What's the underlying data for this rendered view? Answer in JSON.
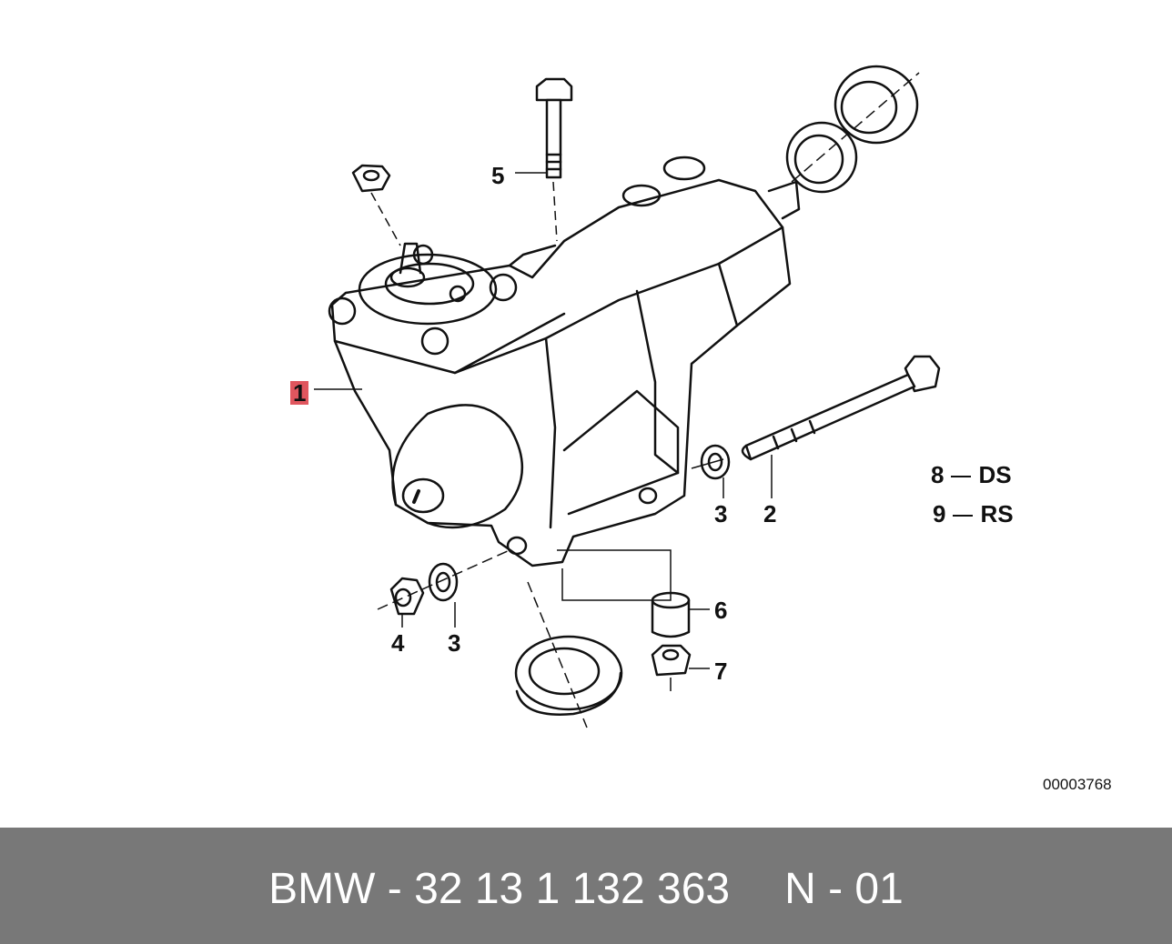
{
  "diagram": {
    "callouts": [
      {
        "id": "1",
        "text": "1"
      },
      {
        "id": "2",
        "text": "2"
      },
      {
        "id": "3a",
        "text": "3"
      },
      {
        "id": "3b",
        "text": "3"
      },
      {
        "id": "4",
        "text": "4"
      },
      {
        "id": "5",
        "text": "5"
      },
      {
        "id": "6",
        "text": "6"
      },
      {
        "id": "7",
        "text": "7"
      }
    ],
    "legend": [
      {
        "number": "8",
        "code": "DS"
      },
      {
        "number": "9",
        "code": "RS"
      }
    ],
    "highlight_color": "#e0565e",
    "document_number": "00003768"
  },
  "footer": {
    "part": "BMW - 32 13 1 132 363",
    "page": "N - 01",
    "background": "#787878"
  }
}
